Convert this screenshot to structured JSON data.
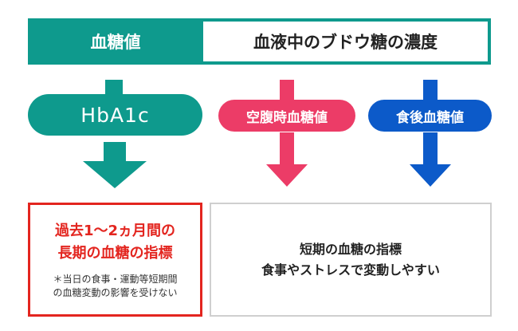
{
  "header": {
    "left_label": "血糖値",
    "right_label": "血液中のブドウ糖の濃度"
  },
  "pills": {
    "hba1c": "HbA1c",
    "fasting": "空腹時血糖値",
    "postprandial": "食後血糖値"
  },
  "left_box": {
    "title_line1": "過去1〜2ヵ月間の",
    "title_line2": "長期の血糖の指標",
    "note_line1": "＊当日の食事・運動等短期間",
    "note_line2": "の血糖変動の影響を受けない"
  },
  "right_box": {
    "line1": "短期の血糖の指標",
    "line2": "食事やストレスで変動しやすい"
  },
  "colors": {
    "teal": "#0e9a8d",
    "pink": "#ec3c67",
    "blue": "#0c5ac9",
    "red": "#e3251f"
  }
}
